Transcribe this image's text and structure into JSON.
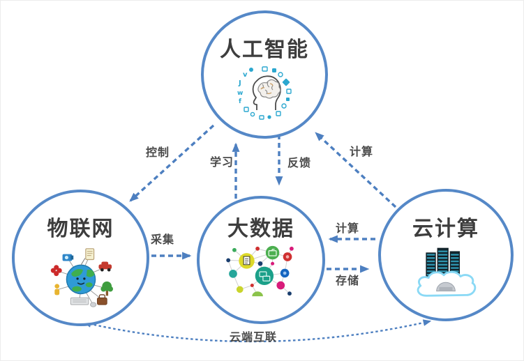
{
  "diagram": {
    "title": "AIoT relationship diagram",
    "colors": {
      "accent": "#5588c7",
      "arrow": "#4d7fc0",
      "label": "#4a4a4a",
      "title": "#3d3d3d"
    },
    "nodes": [
      {
        "id": "ai",
        "label": "人工智能",
        "icon": "ai-brain-icon"
      },
      {
        "id": "iot",
        "label": "物联网",
        "icon": "iot-globe-icon"
      },
      {
        "id": "bigdata",
        "label": "大数据",
        "icon": "bigdata-network-icon"
      },
      {
        "id": "cloud",
        "label": "云计算",
        "icon": "cloud-servers-icon"
      }
    ],
    "edges": [
      {
        "from": "ai",
        "to": "iot",
        "label": "控制",
        "style": "dashed"
      },
      {
        "from": "bigdata",
        "to": "ai",
        "label": "学习",
        "style": "dashed"
      },
      {
        "from": "ai",
        "to": "bigdata",
        "label": "反馈",
        "style": "dashed"
      },
      {
        "from": "cloud",
        "to": "ai",
        "label": "计算",
        "style": "dashed"
      },
      {
        "from": "iot",
        "to": "bigdata",
        "label": "采集",
        "style": "dashed"
      },
      {
        "from": "cloud",
        "to": "bigdata",
        "label": "计算",
        "style": "dashed"
      },
      {
        "from": "bigdata",
        "to": "cloud",
        "label": "存储",
        "style": "dashed"
      },
      {
        "from": "iot",
        "to": "cloud",
        "label": "云端互联",
        "style": "dotted",
        "bidirectional": true
      }
    ]
  }
}
